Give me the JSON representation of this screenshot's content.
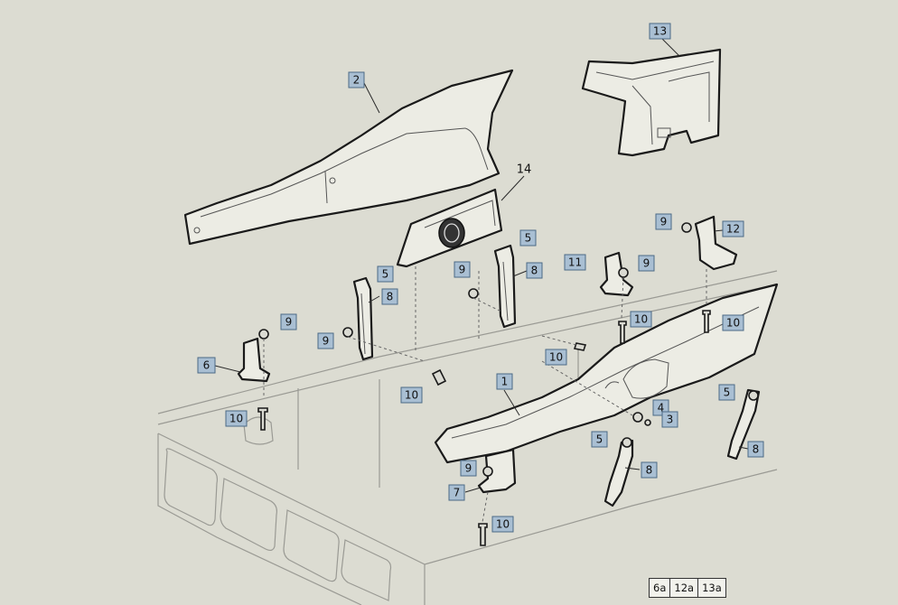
{
  "callouts": [
    {
      "id": "c-13",
      "label": "13",
      "boxed": true
    },
    {
      "id": "c-2",
      "label": "2",
      "boxed": true
    },
    {
      "id": "c-14",
      "label": "14",
      "boxed": false
    },
    {
      "id": "c-9a",
      "label": "9",
      "boxed": true
    },
    {
      "id": "c-12",
      "label": "12",
      "boxed": true
    },
    {
      "id": "c-5a",
      "label": "5",
      "boxed": true
    },
    {
      "id": "c-5b",
      "label": "5",
      "boxed": true
    },
    {
      "id": "c-9b",
      "label": "9",
      "boxed": true
    },
    {
      "id": "c-8a",
      "label": "8",
      "boxed": true
    },
    {
      "id": "c-11",
      "label": "11",
      "boxed": true
    },
    {
      "id": "c-9c",
      "label": "9",
      "boxed": true
    },
    {
      "id": "c-8b",
      "label": "8",
      "boxed": true
    },
    {
      "id": "c-10a",
      "label": "10",
      "boxed": true
    },
    {
      "id": "c-10b",
      "label": "10",
      "boxed": true
    },
    {
      "id": "c-9d",
      "label": "9",
      "boxed": true
    },
    {
      "id": "c-9e",
      "label": "9",
      "boxed": true
    },
    {
      "id": "c-6",
      "label": "6",
      "boxed": true
    },
    {
      "id": "c-10c",
      "label": "10",
      "boxed": true
    },
    {
      "id": "c-10d",
      "label": "10",
      "boxed": true
    },
    {
      "id": "c-1",
      "label": "1",
      "boxed": true
    },
    {
      "id": "c-10e",
      "label": "10",
      "boxed": true
    },
    {
      "id": "c-5c",
      "label": "5",
      "boxed": true
    },
    {
      "id": "c-4",
      "label": "4",
      "boxed": true
    },
    {
      "id": "c-3",
      "label": "3",
      "boxed": true
    },
    {
      "id": "c-8c",
      "label": "8",
      "boxed": true
    },
    {
      "id": "c-5d",
      "label": "5",
      "boxed": true
    },
    {
      "id": "c-9f",
      "label": "9",
      "boxed": true
    },
    {
      "id": "c-8d",
      "label": "8",
      "boxed": true
    },
    {
      "id": "c-7",
      "label": "7",
      "boxed": true
    },
    {
      "id": "c-10f",
      "label": "10",
      "boxed": true
    }
  ],
  "reference_codes": [
    "6a",
    "12a",
    "13a"
  ],
  "colors": {
    "background": "#dcdcd2",
    "callout_fill": "#a9bfd3",
    "line": "#1a1a1a"
  }
}
